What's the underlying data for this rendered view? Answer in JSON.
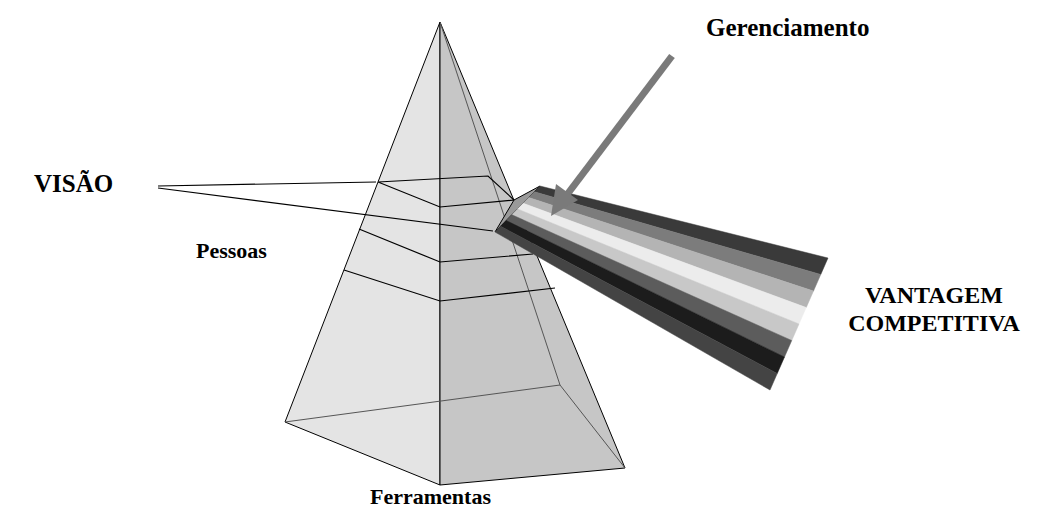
{
  "diagram": {
    "labels": [
      "Gerenciamento",
      "VISÃO",
      "Pessoas",
      "VANTAGEM COMPETITIVA",
      "Ferramentas"
    ]
  }
}
